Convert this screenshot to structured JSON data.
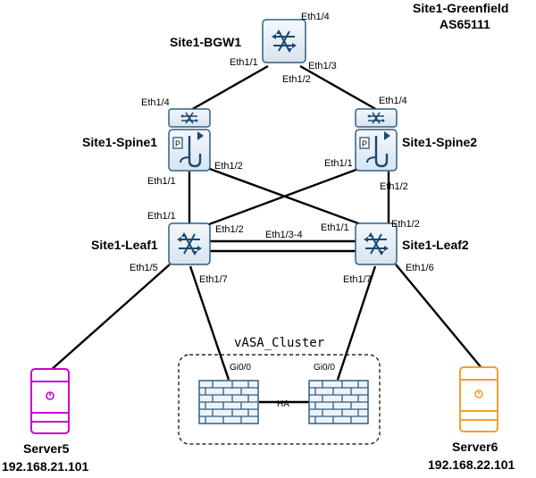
{
  "site": {
    "name": "Site1-Greenfield",
    "asn": "AS65111"
  },
  "devices": {
    "bgw1": "Site1-BGW1",
    "spine1": "Site1-Spine1",
    "spine2": "Site1-Spine2",
    "leaf1": "Site1-Leaf1",
    "leaf2": "Site1-Leaf2",
    "server5": {
      "name": "Server5",
      "ip": "192.168.21.101",
      "color": "#cc00cc"
    },
    "server6": {
      "name": "Server6",
      "ip": "192.168.22.101",
      "color": "#f0a030"
    }
  },
  "ports": {
    "bgw_top": "Eth1/4",
    "bgw_left": "Eth1/1",
    "bgw_right": "Eth1/3",
    "bgw_bottom": "Eth1/2",
    "sp1_top": "Eth1/4",
    "sp1_right": "Eth1/2",
    "sp1_bottom": "Eth1/1",
    "sp2_top": "Eth1/4",
    "sp2_left": "Eth1/1",
    "sp2_bottom": "Eth1/2",
    "leaf1_top": "Eth1/1",
    "leaf1_right": "Eth1/2",
    "leaf1_interlink": "Eth1/3-4",
    "leaf1_left": "Eth1/5",
    "leaf1_down": "Eth1/7",
    "leaf2_top": "Eth1/1",
    "leaf2_right": "Eth1/2",
    "leaf2_down": "Eth1/7",
    "leaf2_rightdown": "Eth1/6"
  },
  "cluster": {
    "name": "vASA_Cluster",
    "fw1_port": "Gi0/0",
    "fw2_port": "Gi0/0",
    "ha_label": "HA"
  },
  "colors": {
    "device_fill": "#e6eef6",
    "device_stroke": "#2f5f86",
    "icon": "#1a4a70",
    "line": "#000000"
  }
}
